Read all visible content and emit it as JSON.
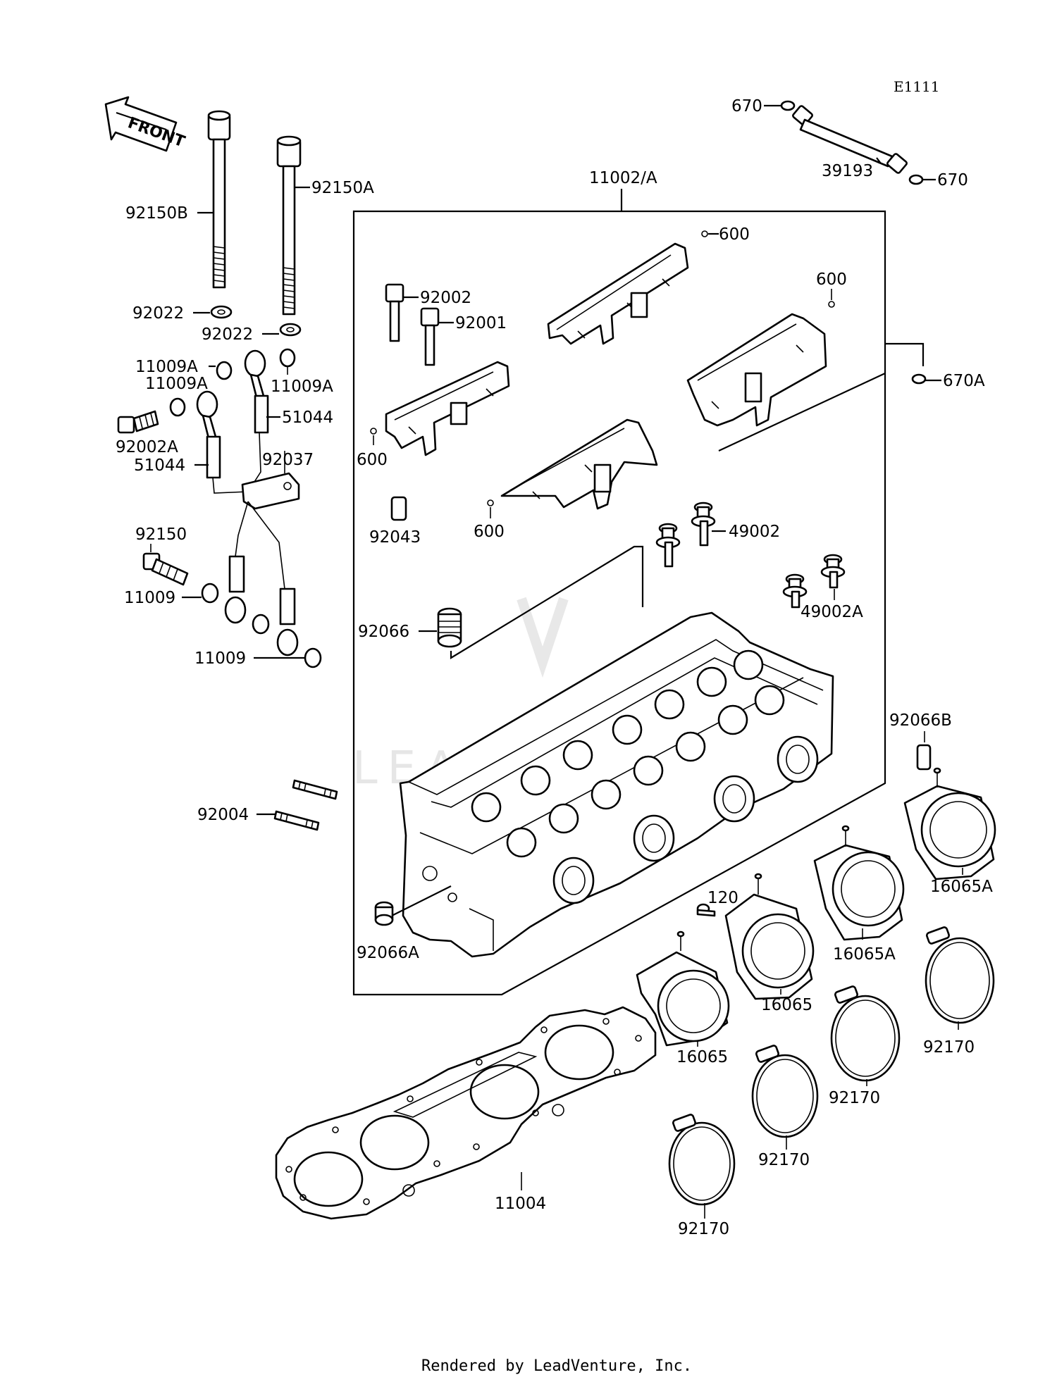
{
  "diagram_code": "E1111",
  "front_label": "FRONT",
  "watermark": "LEADVENTURE",
  "footer": "Rendered by LeadVenture, Inc.",
  "labels": {
    "p670_top": "670",
    "p39193": "39193",
    "p670_right": "670",
    "p11002A": "11002/A",
    "p92150A": "92150A",
    "p92150B": "92150B",
    "p600_a": "600",
    "p600_b": "600",
    "p600_c": "600",
    "p600_d": "600",
    "p92002": "92002",
    "p92001": "92001",
    "p92022_a": "92022",
    "p92022_b": "92022",
    "p670A": "670A",
    "p11009A_a": "11009A",
    "p11009A_b": "11009A",
    "p11009A_c": "11009A",
    "p51044_a": "51044",
    "p51044_b": "51044",
    "p92002A": "92002A",
    "p92037": "92037",
    "p92043": "92043",
    "p49002": "49002",
    "p49002A": "49002A",
    "p92150": "92150",
    "p11009_a": "11009",
    "p11009_b": "11009",
    "p92066": "92066",
    "p92066B": "92066B",
    "p92004": "92004",
    "p120": "120",
    "p16065A_a": "16065A",
    "p16065A_b": "16065A",
    "p92066A": "92066A",
    "p16065_a": "16065",
    "p16065_b": "16065",
    "p92170_a": "92170",
    "p92170_b": "92170",
    "p92170_c": "92170",
    "p92170_d": "92170",
    "p11004": "11004"
  }
}
